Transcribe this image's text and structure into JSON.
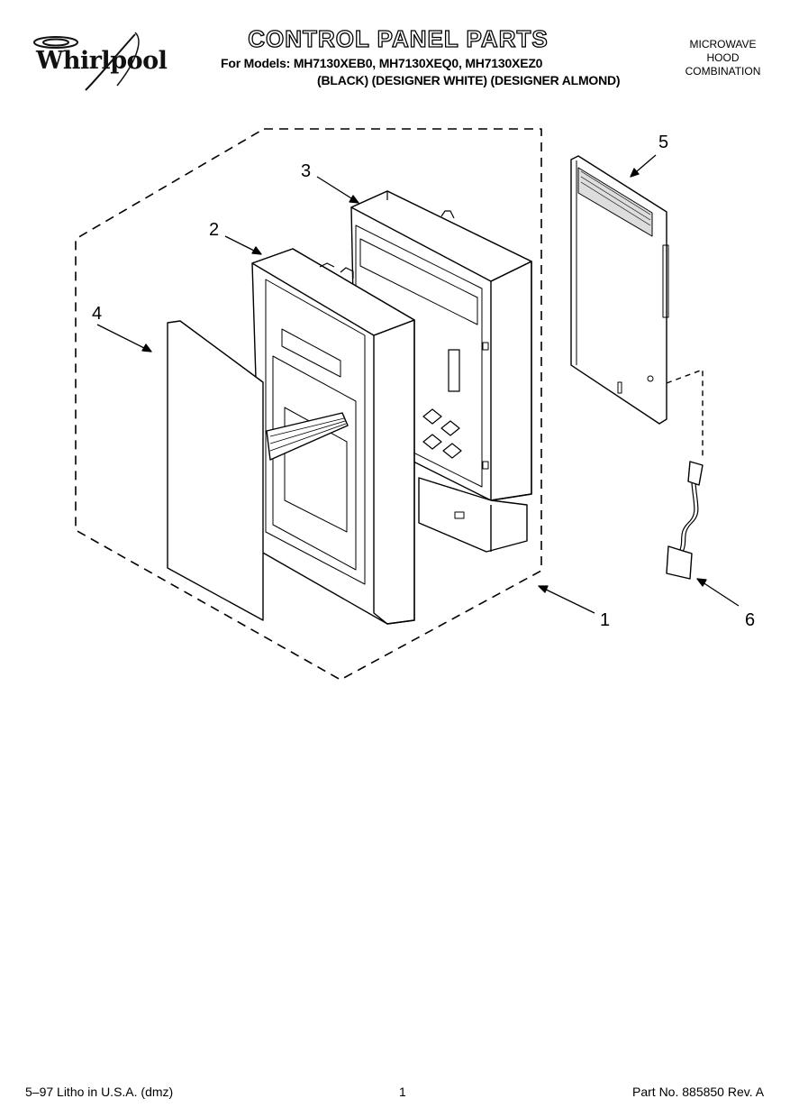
{
  "brand": "Whirlpool",
  "title": "CONTROL PANEL PARTS",
  "models_line": "For Models: MH7130XEB0, MH7130XEQ0, MH7130XEZ0",
  "colors_line": "(BLACK) (DESIGNER WHITE) (DESIGNER ALMOND)",
  "category": [
    "MICROWAVE",
    "HOOD",
    "COMBINATION"
  ],
  "callouts": [
    "1",
    "2",
    "3",
    "4",
    "5",
    "6"
  ],
  "footer": {
    "litho": "5–97 Litho in U.S.A. (dmz)",
    "page": "1",
    "part_no": "Part No. 885850 Rev. A"
  }
}
